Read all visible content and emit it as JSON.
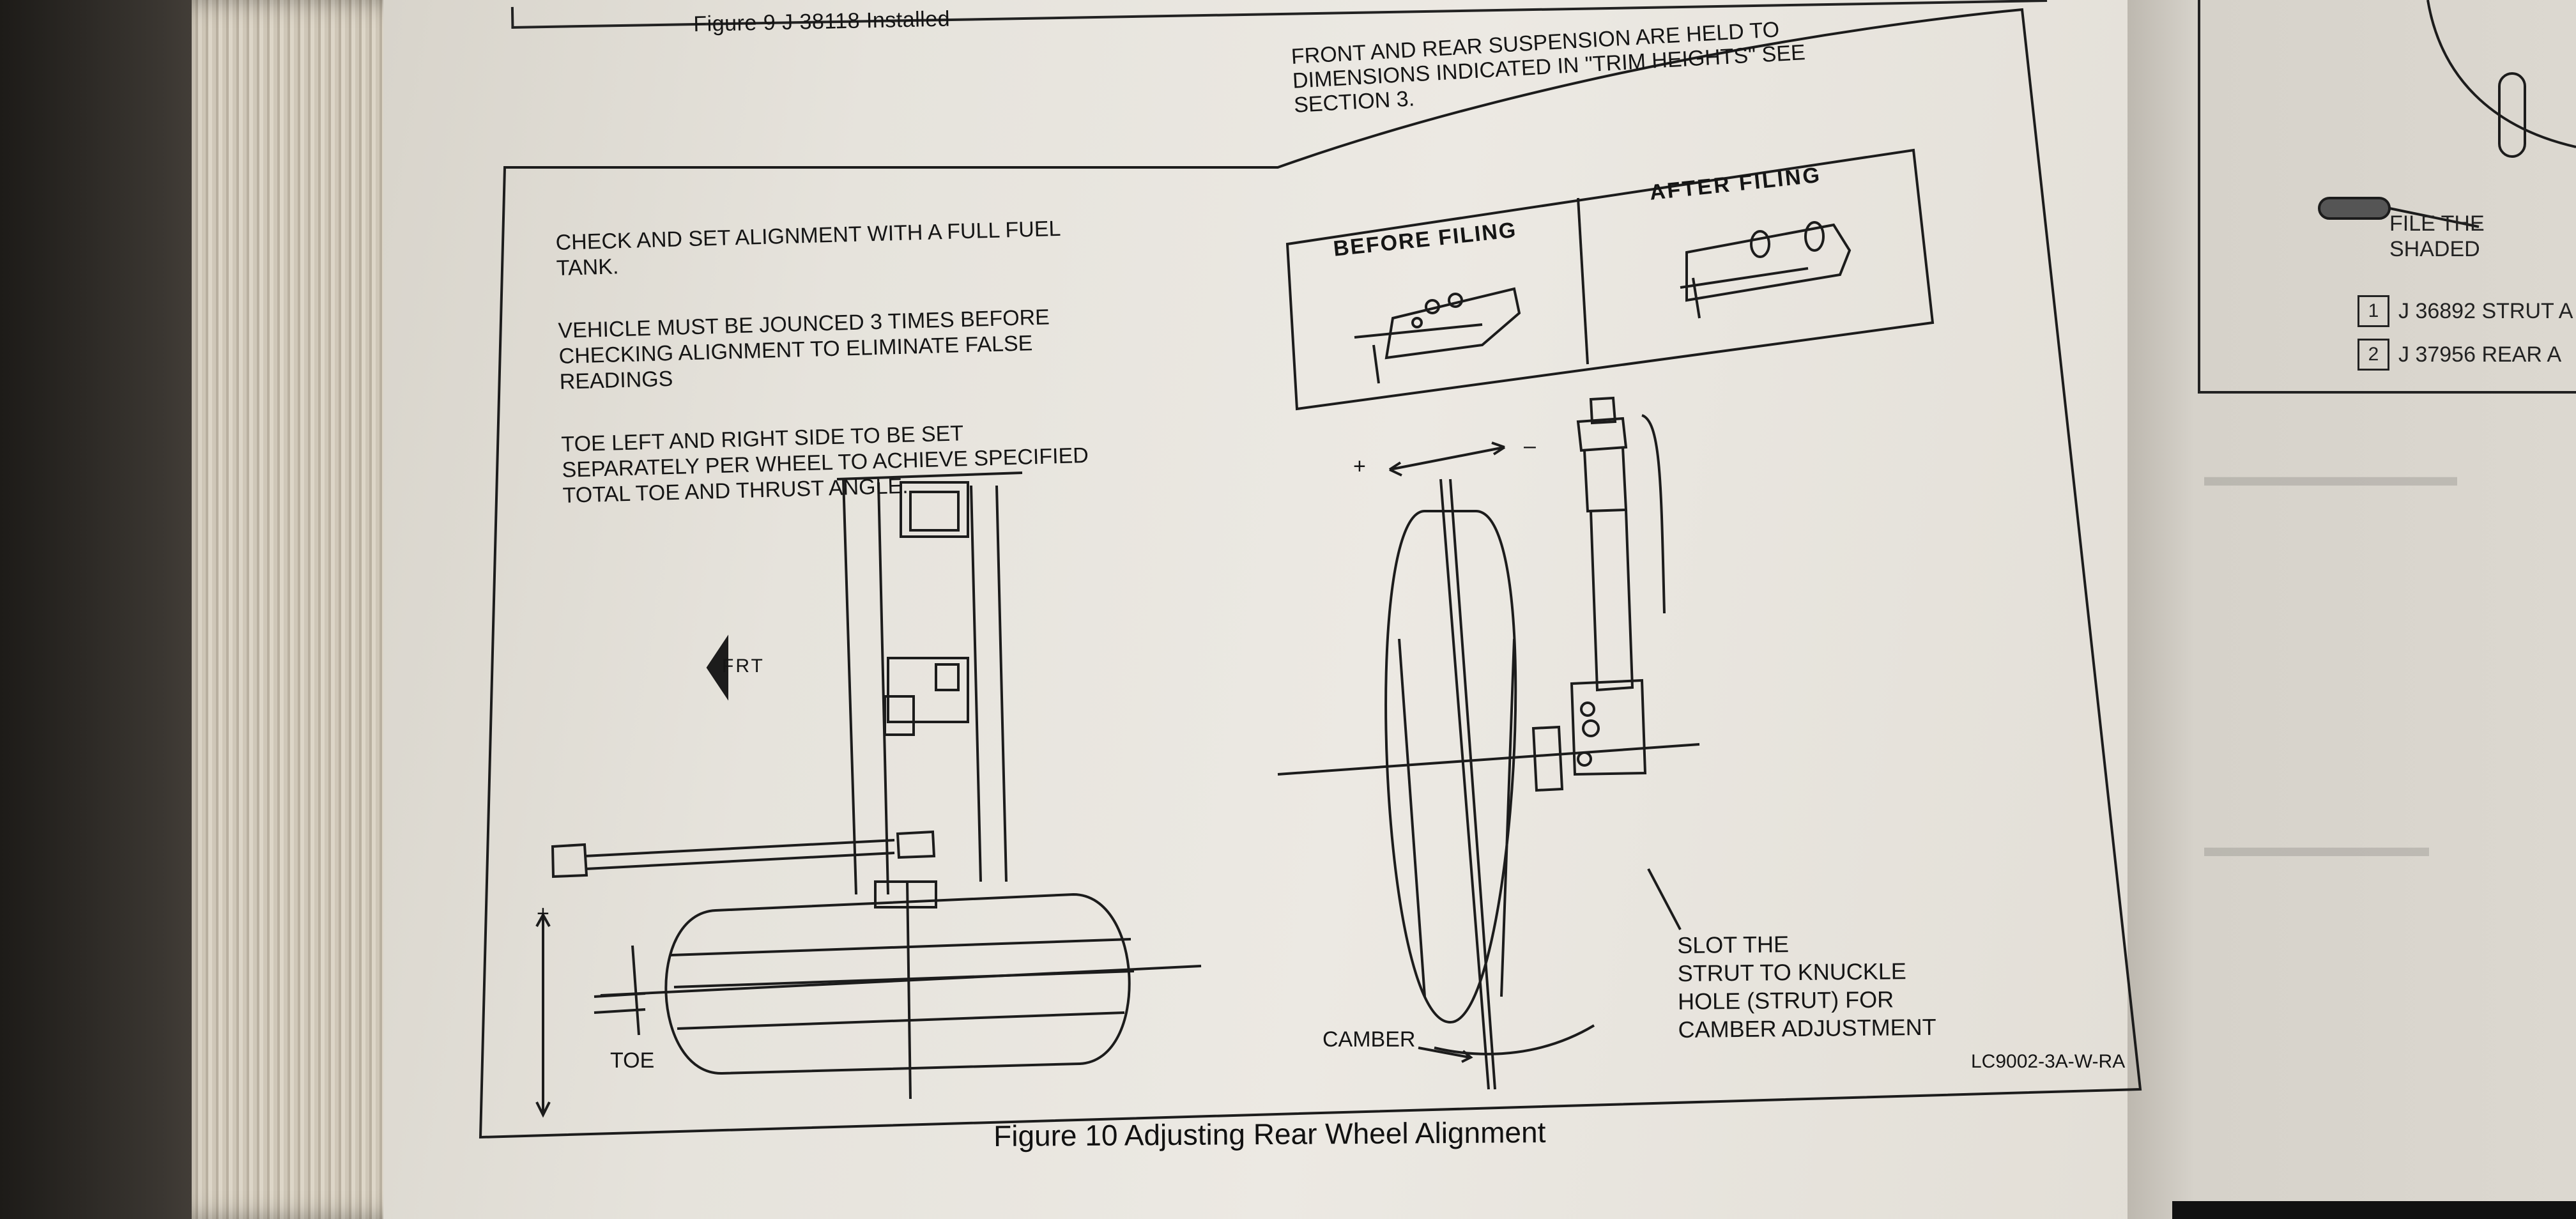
{
  "figure9": {
    "caption": "Figure 9 J 38118 Installed"
  },
  "figure10": {
    "caption": "Figure 10 Adjusting Rear Wheel Alignment",
    "code": "LC9002-3A-W-RA",
    "instructions": [
      "CHECK AND SET ALIGNMENT WITH A FULL FUEL\nTANK.",
      "VEHICLE MUST BE JOUNCED 3 TIMES BEFORE\nCHECKING ALIGNMENT TO ELIMINATE FALSE\nREADINGS",
      "TOE LEFT AND RIGHT SIDE TO BE SET\nSEPARATELY PER WHEEL TO ACHIEVE SPECIFIED\nTOTAL TOE AND THRUST ANGLE."
    ],
    "suspension_note": "FRONT AND REAR SUSPENSION ARE HELD TO\nDIMENSIONS INDICATED IN \"TRIM HEIGHTS\" SEE\nSECTION 3.",
    "before_filing": "BEFORE FILING",
    "after_filing": "AFTER FILING",
    "frt": "FRT",
    "plus": "+",
    "minus": "–",
    "toe": "TOE",
    "camber": "CAMBER",
    "slot_note": "SLOT THE\nSTRUT TO KNUCKLE\nHOLE (STRUT) FOR\nCAMBER ADJUSTMENT"
  },
  "right_page": {
    "file_note": "FILE THE\nSHADED",
    "legend": [
      {
        "num": "1",
        "text": "J 36892 STRUT A"
      },
      {
        "num": "2",
        "text": "J 37956 REAR A"
      }
    ]
  }
}
